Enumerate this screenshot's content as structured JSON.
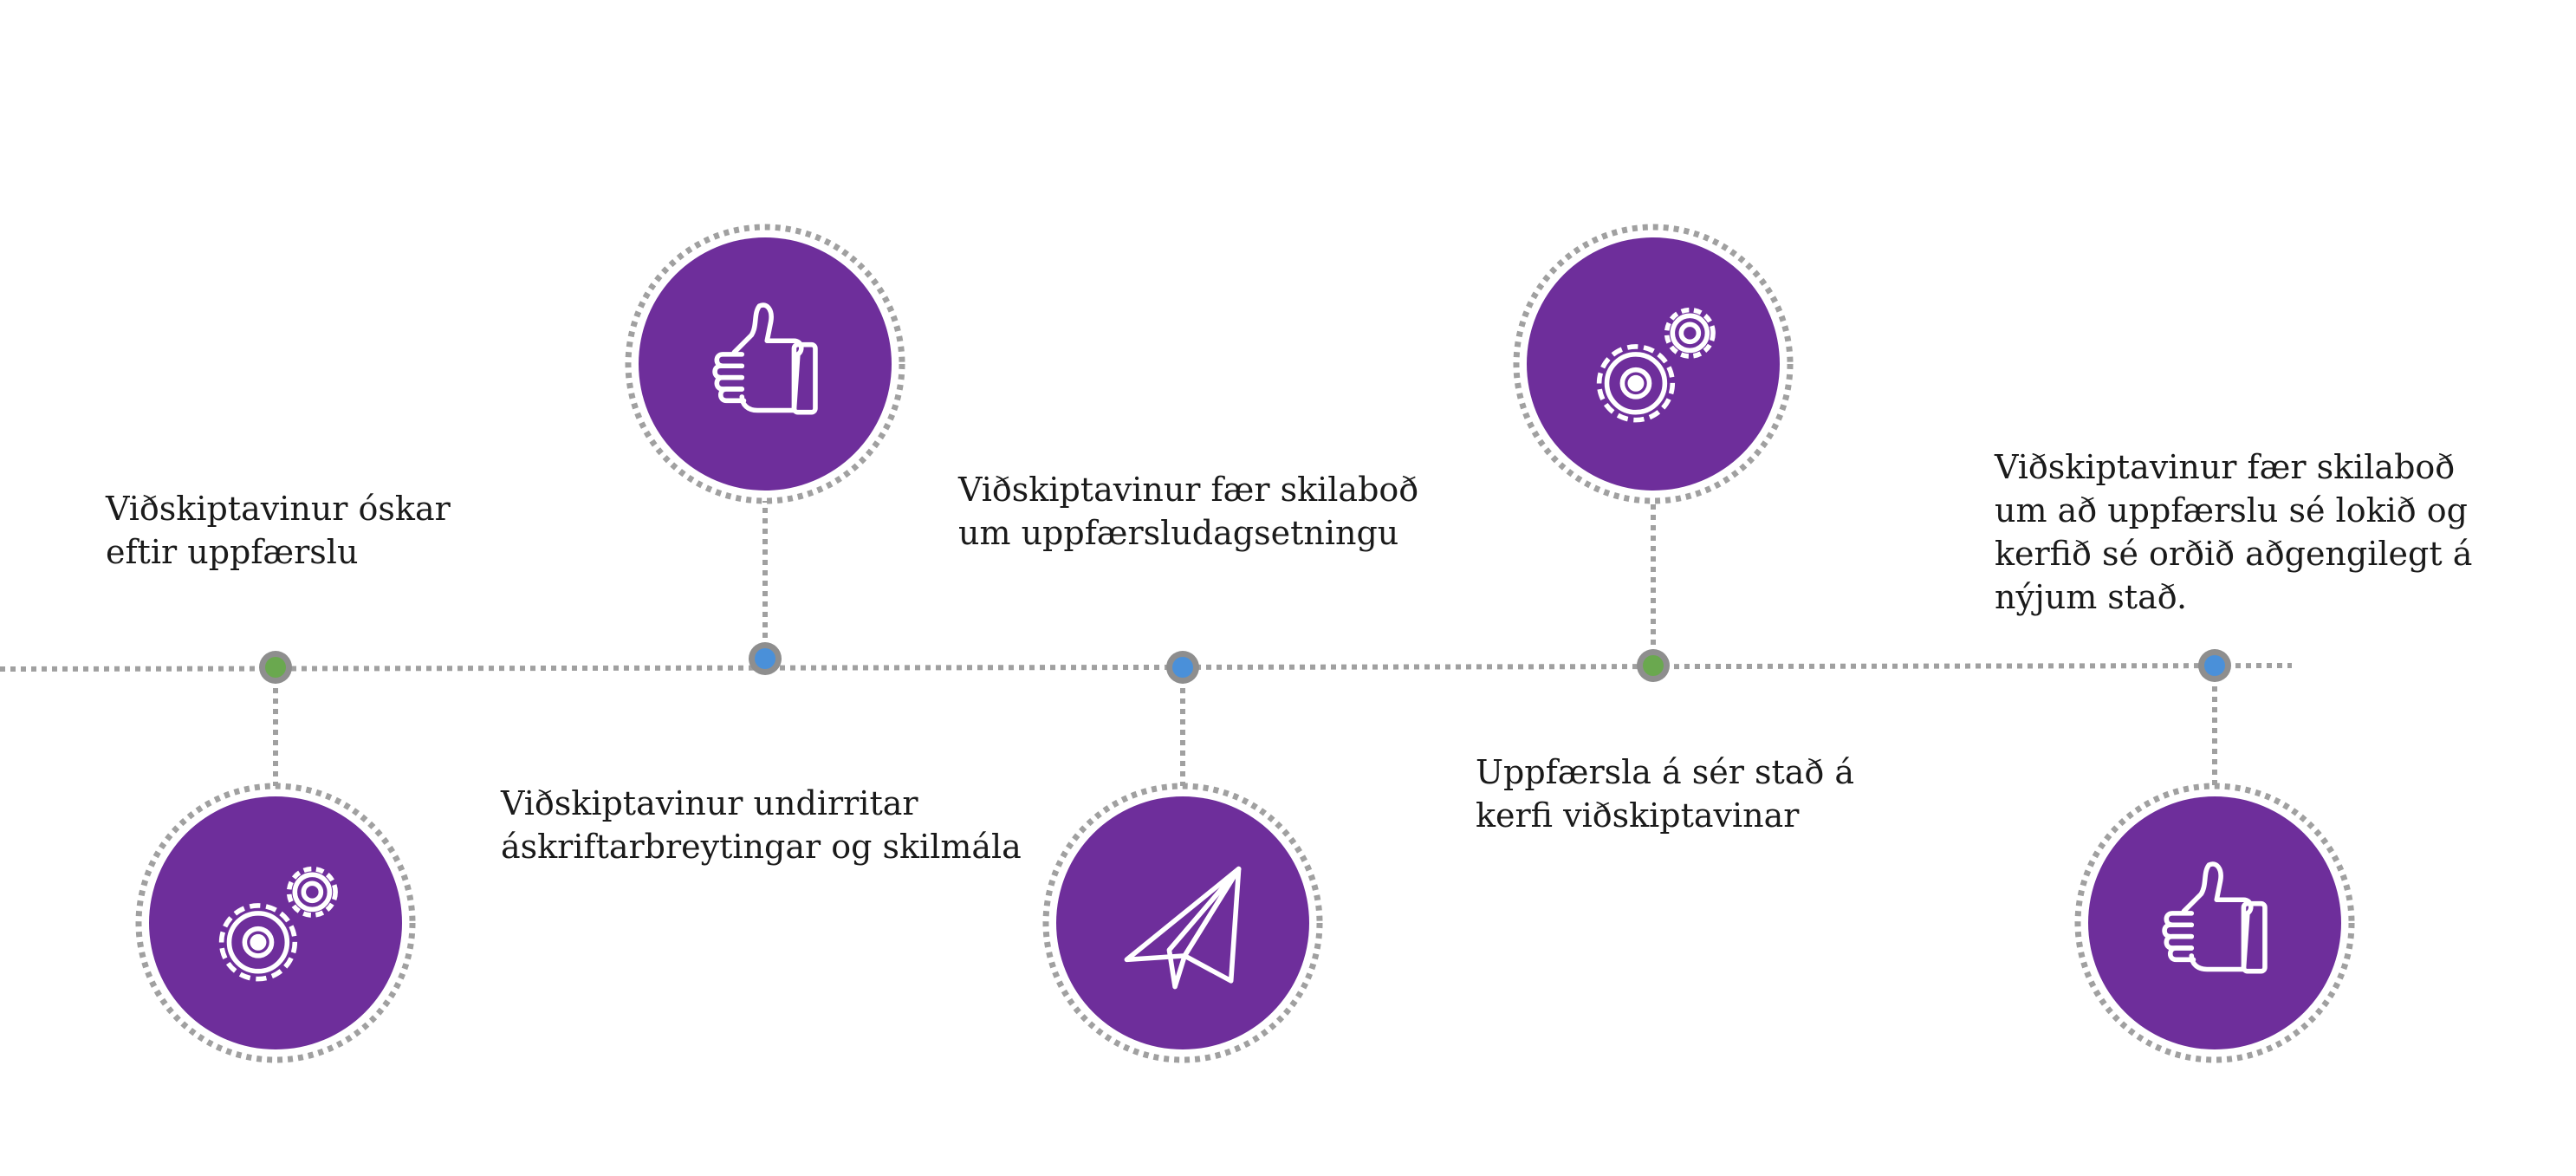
{
  "colors": {
    "purple": "#6e2e9b",
    "dotted_line": "#a0a0a0",
    "node_green": "#6aa84f",
    "node_blue": "#4a90d9",
    "node_ring": "#8e8e8e",
    "icon_stroke": "#ffffff"
  },
  "steps": [
    {
      "id": "step-1",
      "node_color": "green",
      "circle": "below",
      "icon": "gears-icon",
      "lines": [
        "Viðskiptavinur óskar",
        "eftir uppfærslu"
      ]
    },
    {
      "id": "step-2",
      "node_color": "blue",
      "circle": "above",
      "icon": "thumbs-up-icon",
      "lines": [
        "Viðskiptavinur undirritar",
        "áskriftarbreytingar og skilmála"
      ]
    },
    {
      "id": "step-3",
      "node_color": "blue",
      "circle": "below",
      "icon": "paper-plane-icon",
      "lines": [
        "Viðskiptavinur fær skilaboð",
        "um uppfærsludagsetningu"
      ]
    },
    {
      "id": "step-4",
      "node_color": "green",
      "circle": "above",
      "icon": "gears-icon",
      "lines": [
        "Uppfærsla á sér stað á",
        "kerfi viðskiptavinar"
      ]
    },
    {
      "id": "step-5",
      "node_color": "blue",
      "circle": "below",
      "icon": "thumbs-up-icon",
      "lines": [
        "Viðskiptavinur fær skilaboð",
        "um að uppfærslu sé lokið og",
        "kerfið sé orðið aðgengilegt á",
        "nýjum stað."
      ]
    }
  ]
}
